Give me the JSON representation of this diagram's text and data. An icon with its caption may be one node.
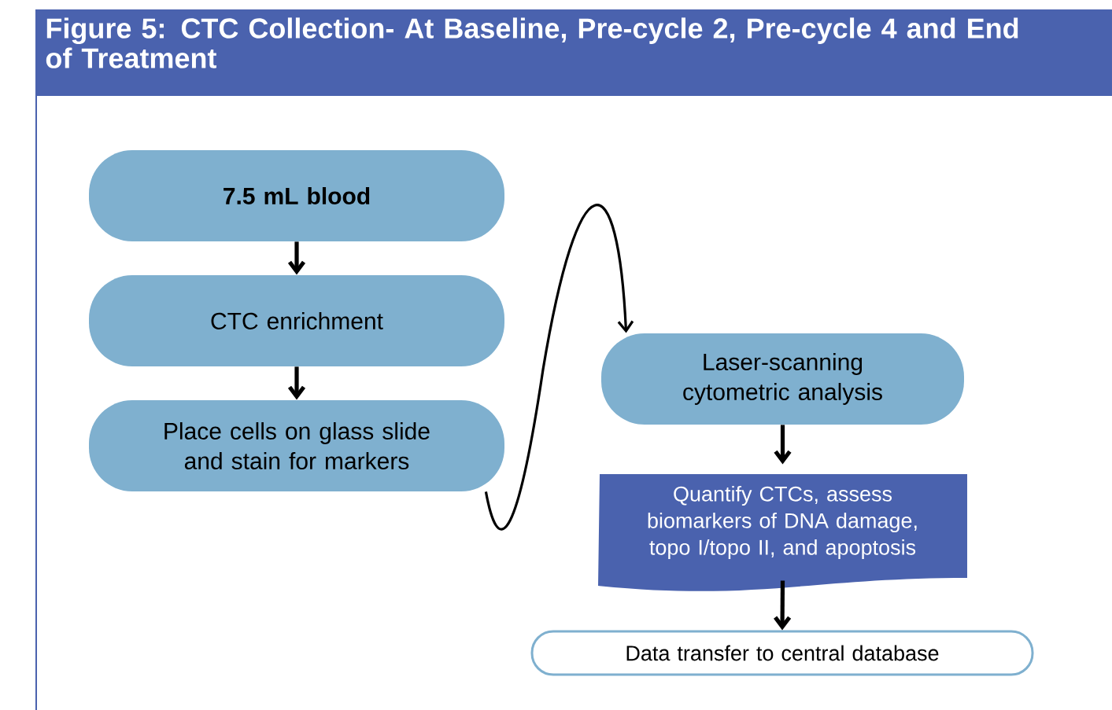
{
  "diagram": {
    "title": "Figure 5: CTC Collection- At Baseline, Pre-cycle 2, Pre-cycle 4 and End of Treatment",
    "nodes": [
      {
        "text": [
          "**7.5 mL blood**"
        ]
      },
      {
        "text": [
          "CTC enrichment"
        ]
      },
      {
        "text": [
          "Place cells on glass slide and stain for markers"
        ]
      },
      {
        "text": [
          "Laser-scanning cytometric analysis"
        ]
      },
      {
        "text": [
          "Quantify CTCs, assess biomarkers of DNA damage, topo I/topo II, and apoptosis"
        ]
      },
      {
        "text": [
          "Data transfer to central database"
        ]
      }
    ],
    "edges": [
      {
        "from": 0,
        "to": 1,
        "arrow": "to"
      },
      {
        "from": 1,
        "to": 2,
        "arrow": "to"
      },
      {
        "from": 2,
        "to": 3,
        "arrow": "to"
      },
      {
        "from": 3,
        "to": 4,
        "arrow": "to"
      },
      {
        "from": 4,
        "to": 5,
        "arrow": "to"
      }
    ]
  }
}
